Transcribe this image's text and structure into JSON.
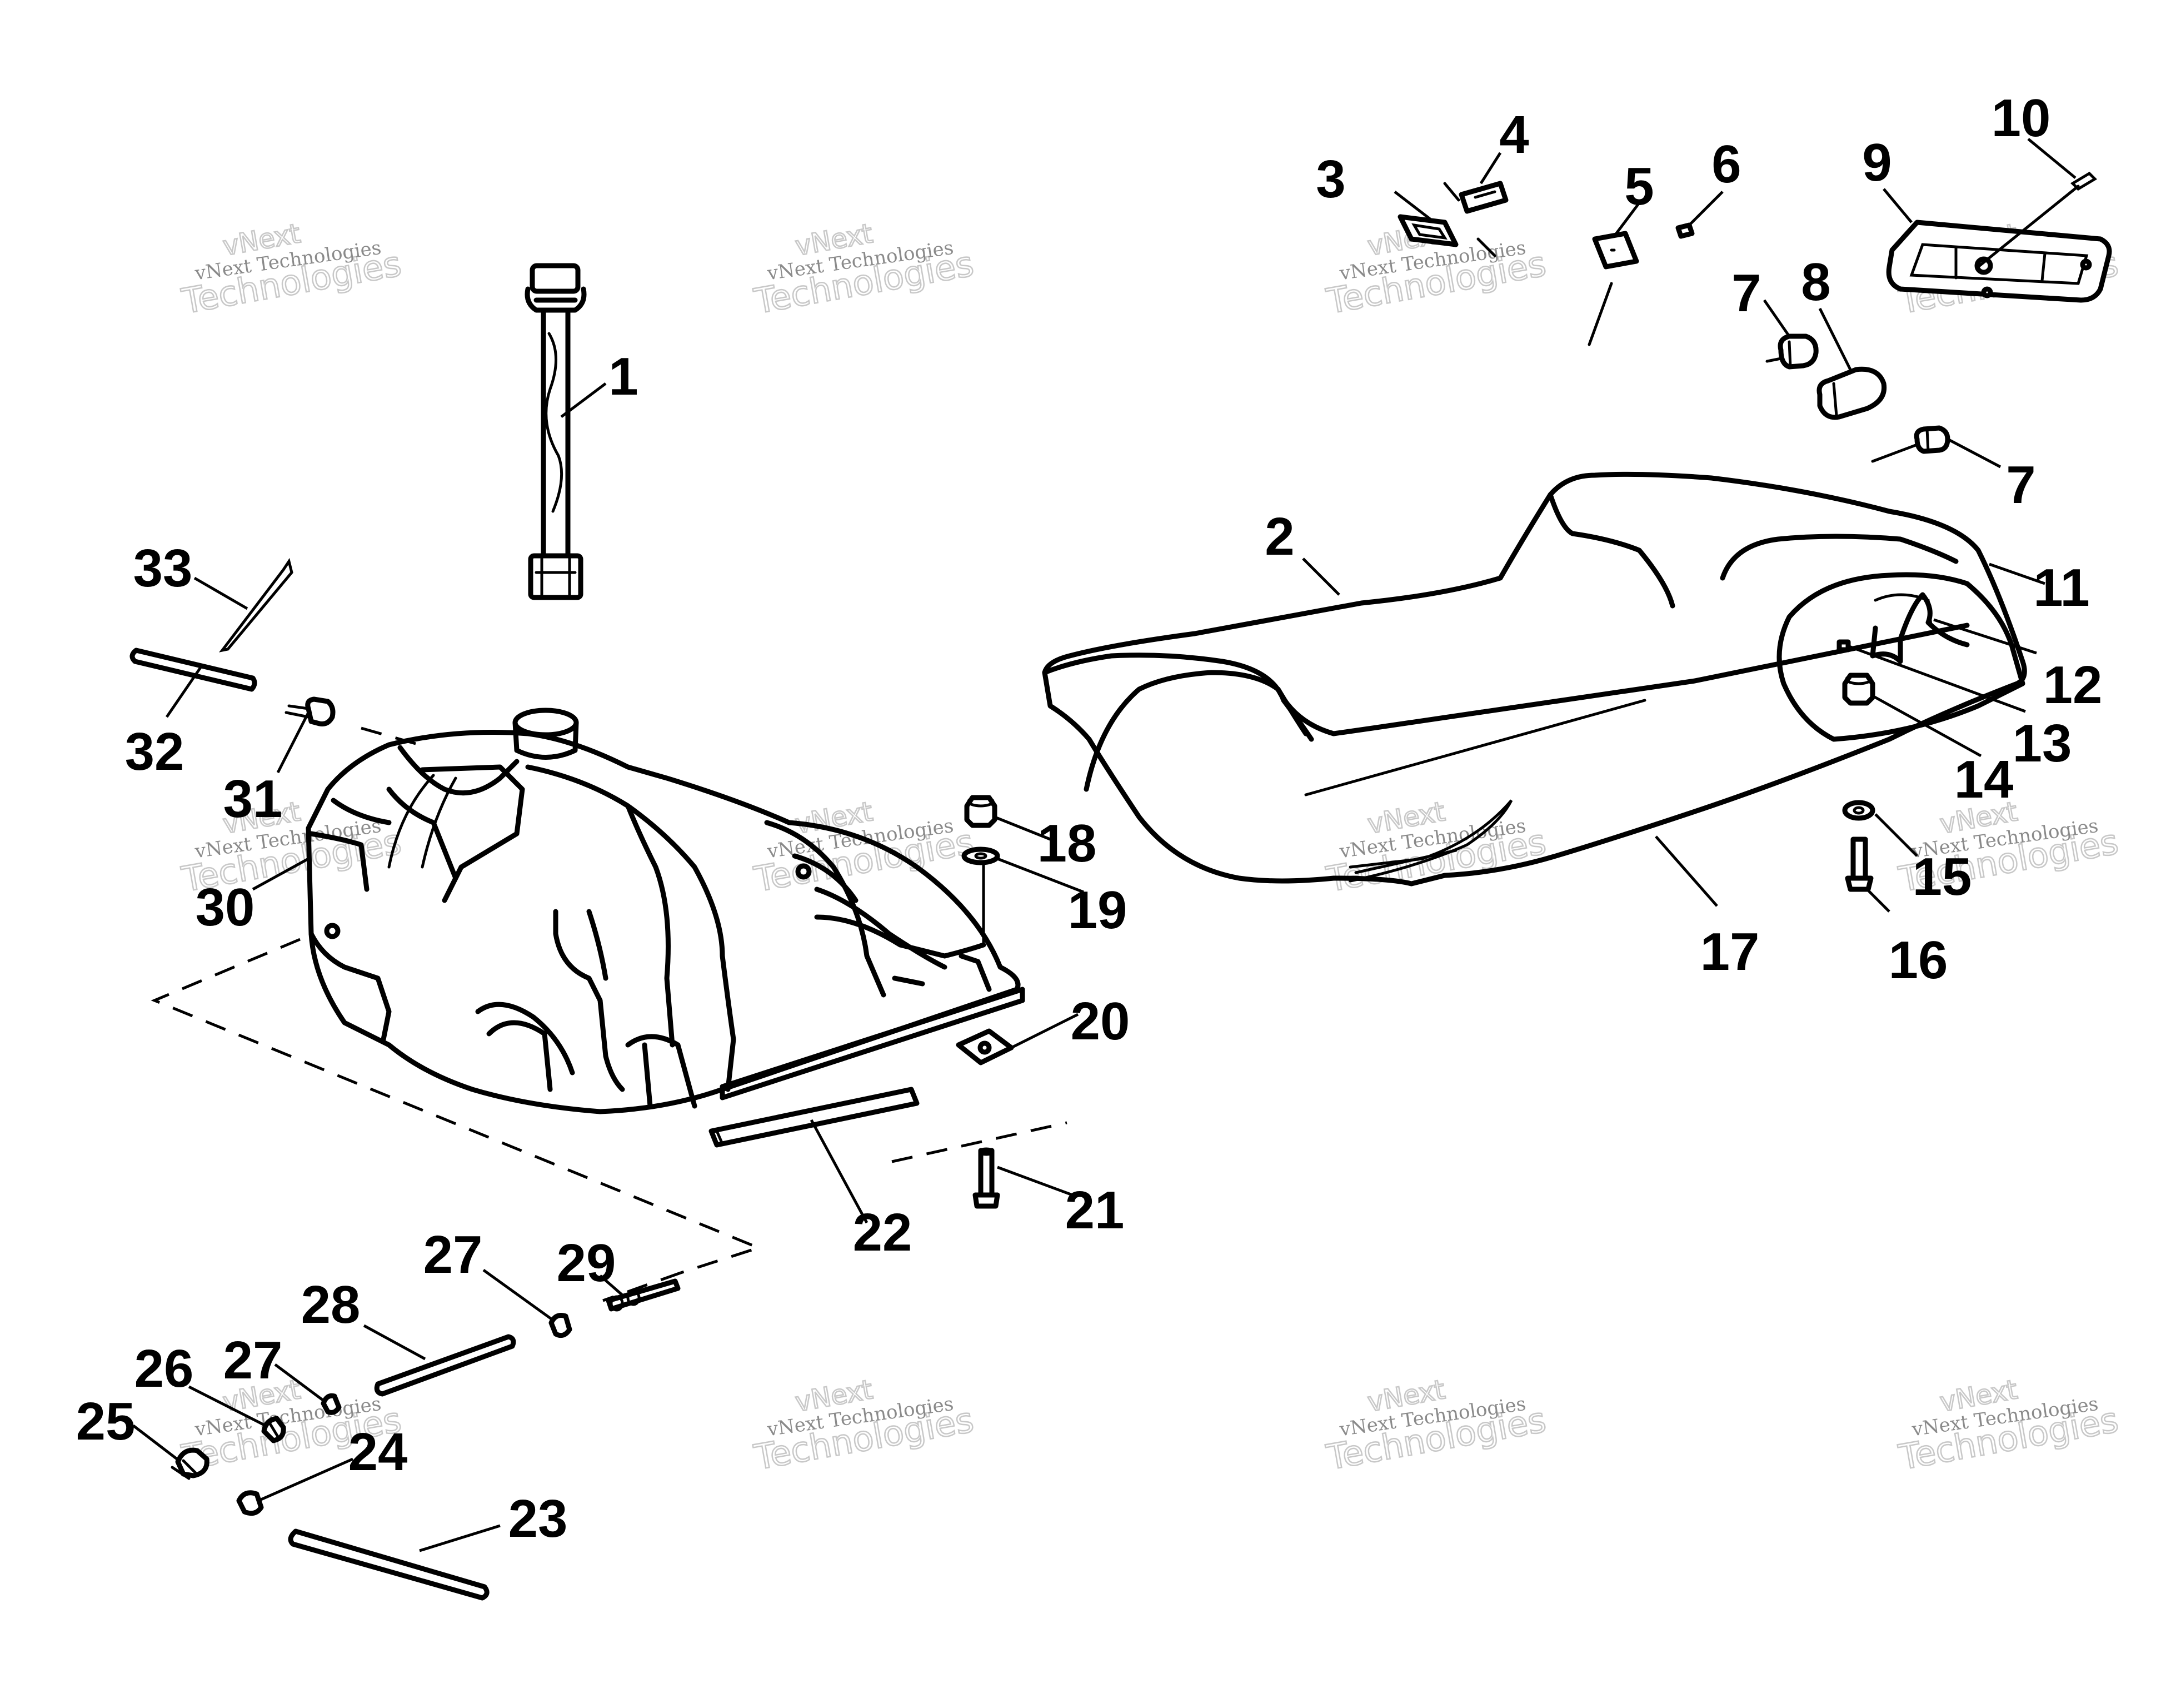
{
  "diagram": {
    "watermark": {
      "small": "vNext Technologies",
      "large": "Technologies",
      "top": "vNext"
    },
    "callouts": [
      {
        "id": "c1",
        "label": "1"
      },
      {
        "id": "c2",
        "label": "2"
      },
      {
        "id": "c3",
        "label": "3"
      },
      {
        "id": "c4",
        "label": "4"
      },
      {
        "id": "c5",
        "label": "5"
      },
      {
        "id": "c6",
        "label": "6"
      },
      {
        "id": "c7a",
        "label": "7"
      },
      {
        "id": "c7b",
        "label": "7"
      },
      {
        "id": "c8",
        "label": "8"
      },
      {
        "id": "c9",
        "label": "9"
      },
      {
        "id": "c10",
        "label": "10"
      },
      {
        "id": "c11",
        "label": "11"
      },
      {
        "id": "c12",
        "label": "12"
      },
      {
        "id": "c13",
        "label": "13"
      },
      {
        "id": "c14",
        "label": "14"
      },
      {
        "id": "c15",
        "label": "15"
      },
      {
        "id": "c16",
        "label": "16"
      },
      {
        "id": "c17",
        "label": "17"
      },
      {
        "id": "c18",
        "label": "18"
      },
      {
        "id": "c19",
        "label": "19"
      },
      {
        "id": "c20",
        "label": "20"
      },
      {
        "id": "c21",
        "label": "21"
      },
      {
        "id": "c22",
        "label": "22"
      },
      {
        "id": "c23",
        "label": "23"
      },
      {
        "id": "c24",
        "label": "24"
      },
      {
        "id": "c25",
        "label": "25"
      },
      {
        "id": "c26",
        "label": "26"
      },
      {
        "id": "c27a",
        "label": "27"
      },
      {
        "id": "c27b",
        "label": "27"
      },
      {
        "id": "c28",
        "label": "28"
      },
      {
        "id": "c29",
        "label": "29"
      },
      {
        "id": "c30",
        "label": "30"
      },
      {
        "id": "c31",
        "label": "31"
      },
      {
        "id": "c32",
        "label": "32"
      },
      {
        "id": "c33",
        "label": "33"
      }
    ]
  }
}
